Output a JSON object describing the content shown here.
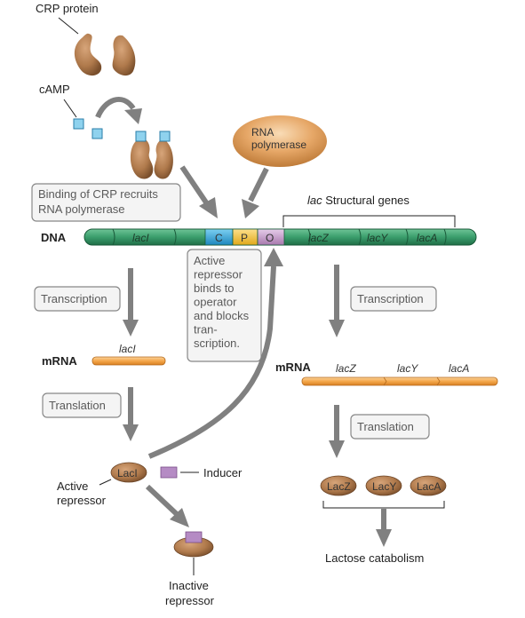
{
  "labels": {
    "crp_protein": "CRP protein",
    "camp": "cAMP",
    "rna_polymerase_line1": "RNA",
    "rna_polymerase_line2": "polymerase",
    "crp_note_line1": "Binding of CRP recruits",
    "crp_note_line2": "RNA polymerase",
    "structural_genes_italic": "lac",
    "structural_genes_rest": " Structural genes",
    "dna": "DNA",
    "mrna_left": "mRNA",
    "mrna_right": "mRNA",
    "transcription_left": "Transcription",
    "transcription_right": "Transcription",
    "translation_left": "Translation",
    "translation_right": "Translation",
    "repressor_note": [
      "Active",
      "repressor",
      "binds to",
      "operator",
      "and blocks",
      "tran-",
      "scription."
    ],
    "inducer": "Inducer",
    "active_repressor_line1": "Active",
    "active_repressor_line2": "repressor",
    "inactive_repressor_line1": "Inactive",
    "inactive_repressor_line2": "repressor",
    "lactose_catabolism": "Lactose catabolism"
  },
  "dna_segments": {
    "lacI": "lacI",
    "C": "C",
    "P": "P",
    "O": "O",
    "lacZ": "lacZ",
    "lacY": "lacY",
    "lacA": "lacA"
  },
  "mrna_genes": {
    "left": "lacI",
    "right": [
      "lacZ",
      "lacY",
      "lacA"
    ]
  },
  "proteins": {
    "laci": "LacI",
    "products": [
      "LacZ",
      "LacY",
      "LacA"
    ]
  },
  "colors": {
    "dna_green": "#3a9e6c",
    "cap_site": "#2fa7de",
    "promoter": "#f6c536",
    "operator": "#caa0cf",
    "mrna": "#f4a74a",
    "protein": "#b07a4c",
    "arrow": "#808080",
    "camp": "#8fd2ee",
    "inducer": "#b58bc4"
  }
}
